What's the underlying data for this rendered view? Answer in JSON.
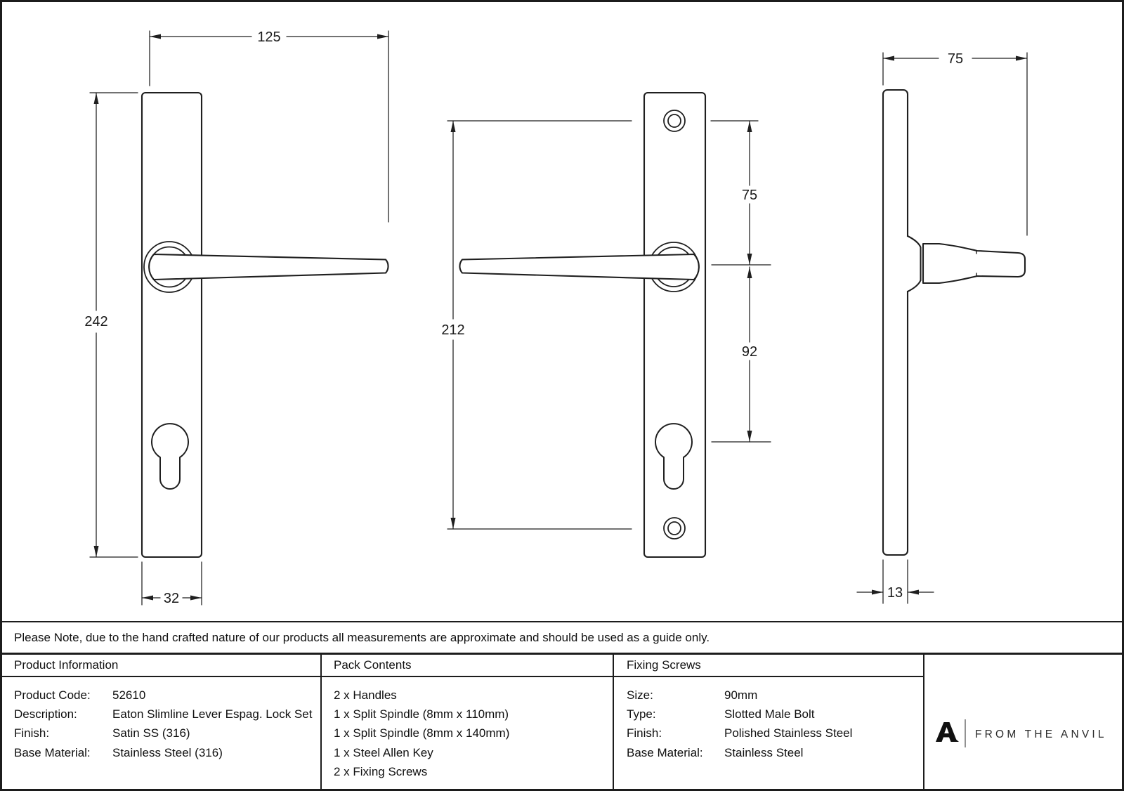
{
  "drawing": {
    "front_view": {
      "lever_length_mm": "125",
      "plate_height_mm": "242",
      "plate_width_mm": "32"
    },
    "back_view": {
      "screw_centres_mm": "212",
      "screw_to_lever_mm": "75",
      "lever_to_cylinder_mm": "92"
    },
    "side_view": {
      "projection_mm": "75",
      "plate_depth_mm": "13"
    }
  },
  "note": "Please Note, due to the hand crafted nature of our products all measurements are approximate and should be used as a guide only.",
  "table": {
    "product_information": {
      "header": "Product Information",
      "rows": [
        {
          "label": "Product Code:",
          "value": "52610"
        },
        {
          "label": "Description:",
          "value": "Eaton Slimline Lever Espag. Lock Set"
        },
        {
          "label": "Finish:",
          "value": "Satin SS (316)"
        },
        {
          "label": "Base Material:",
          "value": "Stainless Steel (316)"
        }
      ]
    },
    "pack_contents": {
      "header": "Pack Contents",
      "items": [
        "2 x Handles",
        "1 x Split Spindle (8mm x 110mm)",
        "1 x Split Spindle (8mm x 140mm)",
        "1 x Steel Allen Key",
        "2 x Fixing Screws"
      ]
    },
    "fixing_screws": {
      "header": "Fixing Screws",
      "rows": [
        {
          "label": "Size:",
          "value": "90mm"
        },
        {
          "label": "Type:",
          "value": "Slotted Male Bolt"
        },
        {
          "label": "Finish:",
          "value": "Polished Stainless Steel"
        },
        {
          "label": "Base Material:",
          "value": "Stainless Steel"
        }
      ]
    },
    "brand": {
      "name": "FROM THE ANVIL"
    }
  }
}
